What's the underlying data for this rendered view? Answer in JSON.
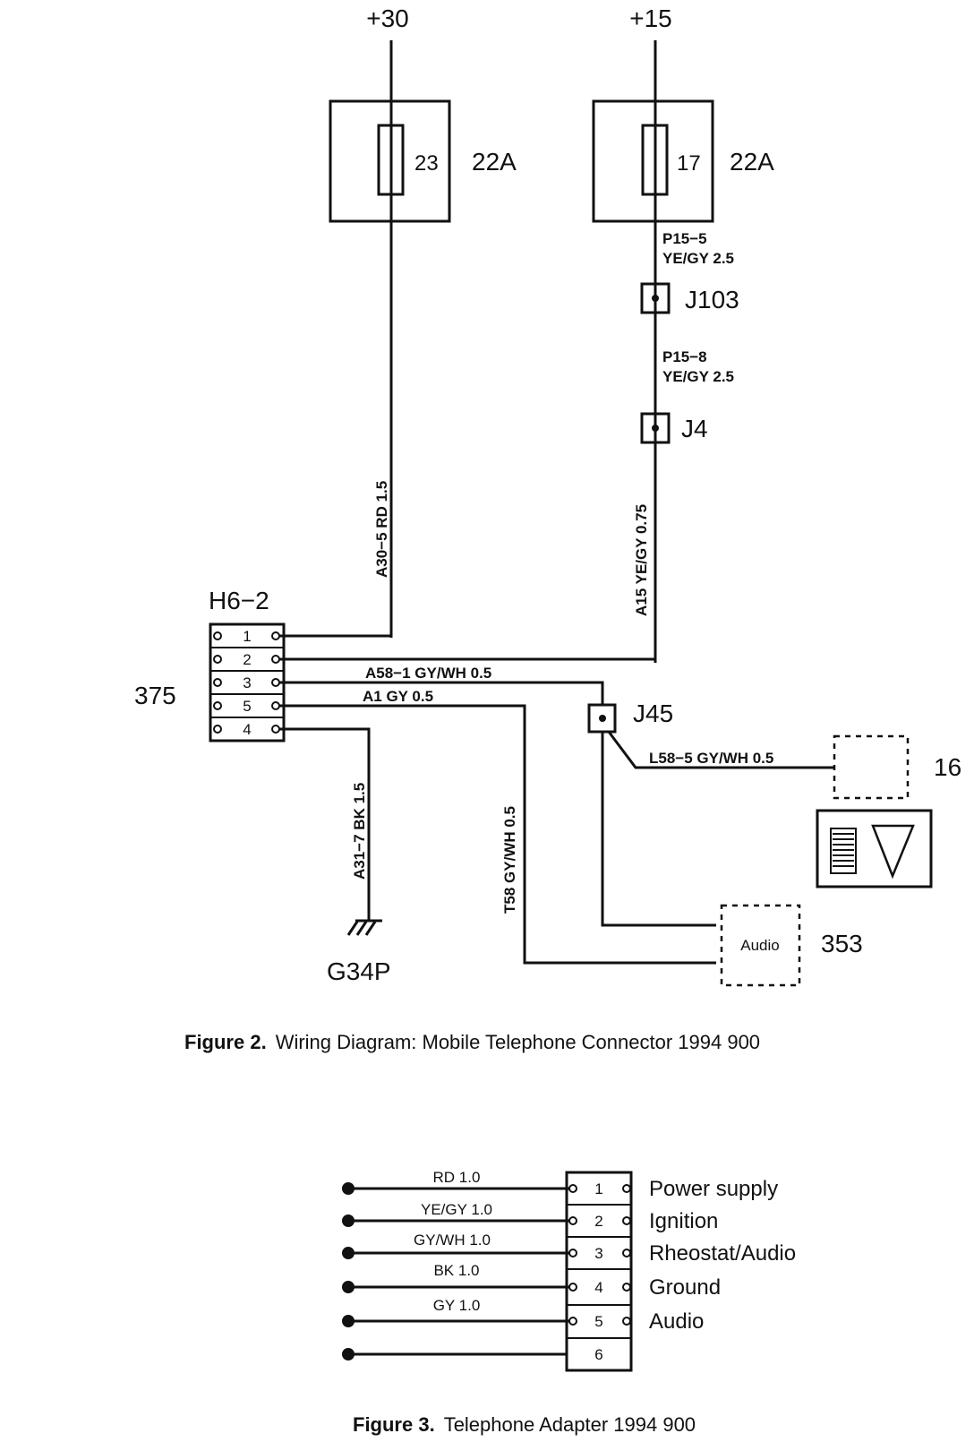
{
  "figure2": {
    "supply_30": "+30",
    "supply_15": "+15",
    "fuse_left_number": "23",
    "fuse_left_rating": "22A",
    "fuse_right_number": "17",
    "fuse_right_rating": "22A",
    "wire_p15_5_code": "P15−5",
    "wire_p15_5_spec": "YE/GY 2.5",
    "junction_j103": "J103",
    "wire_p15_8_code": "P15−8",
    "wire_p15_8_spec": "YE/GY 2.5",
    "junction_j4": "J4",
    "wire_a30_5": "A30−5 RD 1.5",
    "wire_a15": "A15 YE/GY 0.75",
    "connector_h6_2": "H6−2",
    "component_375": "375",
    "connector_pins": [
      "1",
      "2",
      "3",
      "5",
      "4"
    ],
    "wire_a58_1": "A58−1 GY/WH 0.5",
    "wire_a1": "A1 GY 0.5",
    "junction_j45": "J45",
    "wire_l58_5": "L58−5 GY/WH 0.5",
    "component_16": "16",
    "wire_a31_7": "A31−7 BK 1.5",
    "wire_t58": "T58 GY/WH 0.5",
    "ground_g34p": "G34P",
    "audio_box_label": "Audio",
    "component_353": "353",
    "caption_prefix": "Figure 2.",
    "caption_text": "Wiring Diagram:  Mobile Telephone Connector 1994 900"
  },
  "figure3": {
    "rows": [
      {
        "wire": "RD 1.0",
        "pin": "1",
        "function": "Power supply"
      },
      {
        "wire": "YE/GY 1.0",
        "pin": "2",
        "function": "Ignition"
      },
      {
        "wire": "GY/WH 1.0",
        "pin": "3",
        "function": "Rheostat/Audio"
      },
      {
        "wire": "BK 1.0",
        "pin": "4",
        "function": "Ground"
      },
      {
        "wire": "GY 1.0",
        "pin": "5",
        "function": "Audio"
      },
      {
        "wire": "",
        "pin": "6",
        "function": ""
      }
    ],
    "caption_prefix": "Figure 3.",
    "caption_text": "Telephone Adapter 1994 900"
  }
}
